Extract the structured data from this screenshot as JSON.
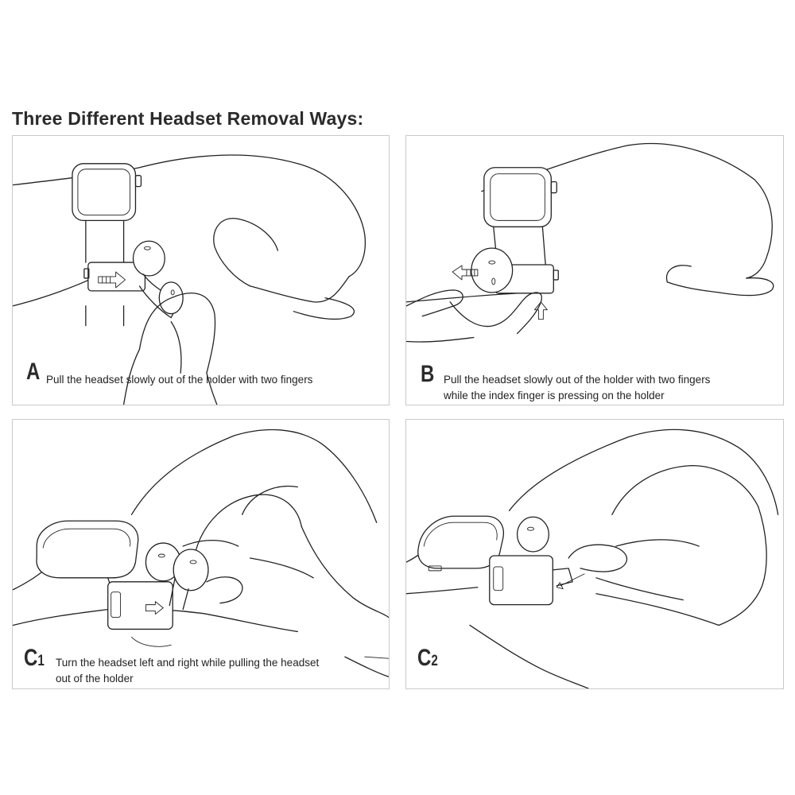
{
  "title": "Three Different Headset Removal Ways:",
  "panels": {
    "a": {
      "letter": "A",
      "sub": "",
      "line1": "Pull the headset slowly out of the holder with two fingers",
      "line2": ""
    },
    "b": {
      "letter": "B",
      "sub": "",
      "line1": "Pull the headset slowly out of the holder with two fingers",
      "line2": "while the index finger is pressing on the holder"
    },
    "c1": {
      "letter": "C",
      "sub": "1",
      "line1": "Turn the headset left and right while pulling the headset",
      "line2": "out of the holder"
    },
    "c2": {
      "letter": "C",
      "sub": "2",
      "line1": "",
      "line2": ""
    }
  }
}
